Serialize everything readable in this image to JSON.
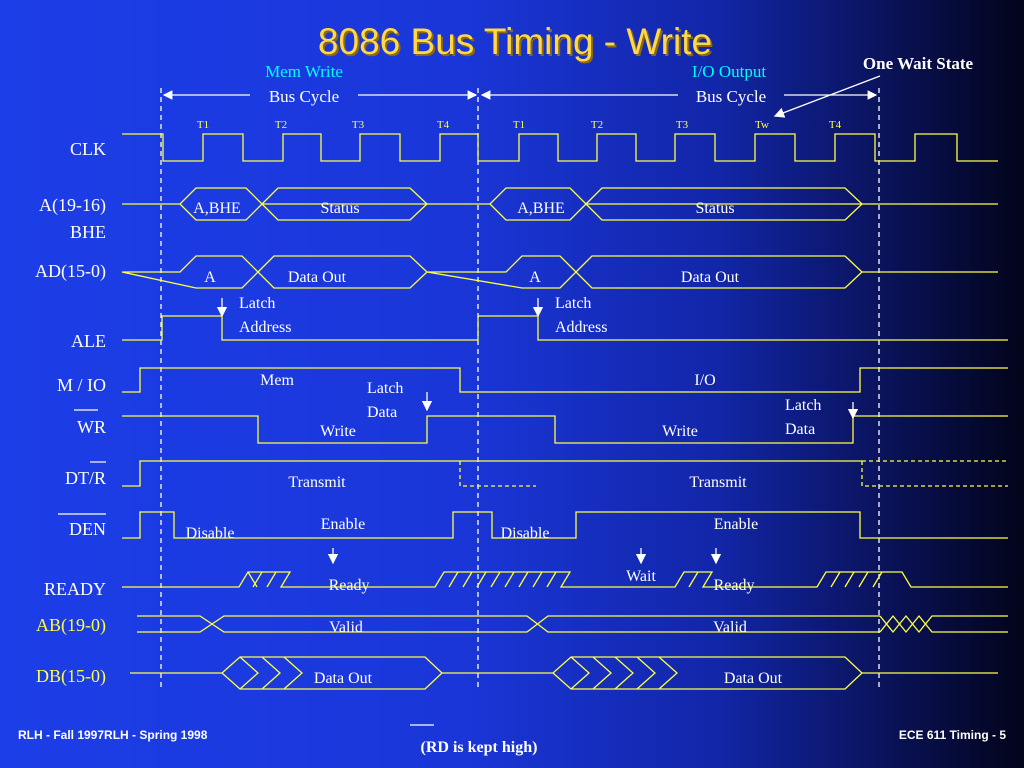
{
  "title": "8086 Bus Timing - Write",
  "colors": {
    "title": "#ffd84a",
    "signal": "#ffff44",
    "text": "#ffffff",
    "accent": "#00ffff"
  },
  "mem_cycle": {
    "line1": "Mem Write",
    "line2": "Bus Cycle"
  },
  "io_cycle": {
    "line1": "I/O Output",
    "line2": "Bus Cycle"
  },
  "wait_state_label": "One Wait State",
  "ticks": [
    "T1",
    "T2",
    "T3",
    "T4",
    "T1",
    "T2",
    "T3",
    "Tw",
    "T4"
  ],
  "signals": {
    "clk": "CLK",
    "a19_16": "A(19-16)",
    "bhe": "BHE",
    "ad15_0": "AD(15-0)",
    "ale": "ALE",
    "m_io": "M / IO",
    "wr": "WR",
    "dt_r": "DT/R",
    "den": "DEN",
    "ready": "READY",
    "ab19_0": "AB(19-0)",
    "db15_0": "DB(15-0)"
  },
  "labels": {
    "abhe": "A,BHE",
    "status": "Status",
    "a": "A",
    "data_out": "Data Out",
    "latch": "Latch",
    "address": "Address",
    "mem": "Mem",
    "io": "I/O",
    "data": "Data",
    "write": "Write",
    "transmit": "Transmit",
    "enable": "Enable",
    "disable": "Disable",
    "ready": "Ready",
    "wait": "Wait",
    "valid": "Valid"
  },
  "footer": {
    "left": "RLH - Fall 1997RLH  -  Spring 1998",
    "right": "ECE 611  Timing - 5",
    "center_open": "(",
    "center_rd": "RD",
    "center_rest": "  is  kept high",
    "center_close": ")"
  }
}
